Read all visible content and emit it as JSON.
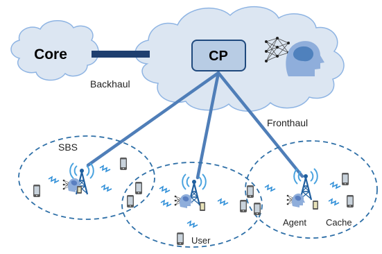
{
  "labels": {
    "core": "Core",
    "cp": "CP",
    "backhaul": "Backhaul",
    "fronthaul": "Fronthaul",
    "sbs": "SBS",
    "user": "User",
    "agent": "Agent",
    "cache": "Cache"
  },
  "colors": {
    "cloud_fill": "#dce6f2",
    "cloud_stroke": "#8eb4e3",
    "link": "#4f7eb8",
    "cp_fill": "#b8cce4",
    "cp_stroke": "#1f497d",
    "cell_border": "#2e6fa7",
    "tower": "#2f6db0",
    "wave": "#4aa3df",
    "phone": "#666666",
    "brain": "#4f81bd"
  },
  "icons": [
    "neural-network-icon",
    "brain-head-icon",
    "base-station-icon",
    "phone-icon",
    "wireless-signal-icon",
    "cache-icon"
  ]
}
